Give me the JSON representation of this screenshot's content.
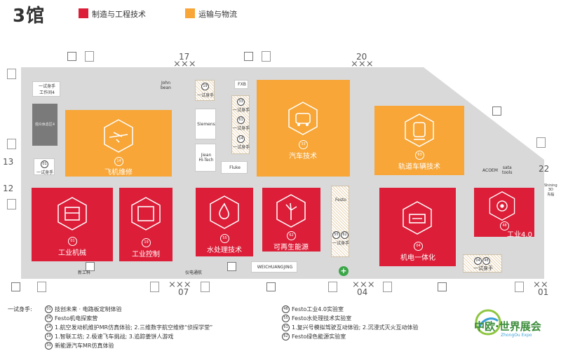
{
  "hall": {
    "title": "3馆"
  },
  "legend": [
    {
      "label": "制造与工程技术",
      "color": "#dc1e38"
    },
    {
      "label": "运输与物流",
      "color": "#f7a637"
    }
  ],
  "gates": {
    "g17": "17",
    "g20": "20",
    "g22": "22",
    "g13": "13",
    "g12": "12",
    "g07": "07",
    "g04": "04",
    "g01": "01"
  },
  "booths": {
    "plane": {
      "label": "飞机维修",
      "num": "14"
    },
    "auto": {
      "label": "汽车技术",
      "num": "33"
    },
    "rail": {
      "label": "轨道车辆技术",
      "num": "63"
    },
    "machine": {
      "label": "工业机械",
      "num": "01"
    },
    "control": {
      "label": "工业控制",
      "num": "19"
    },
    "water": {
      "label": "水处理技术",
      "num": "55"
    },
    "renew": {
      "label": "可再生能源",
      "num": "62"
    },
    "mech": {
      "label": "机电一体化",
      "num": "04"
    },
    "ind4": {
      "label": "工业4.0",
      "num": "48"
    }
  },
  "small": {
    "workshop": "一试身手\n工作间4",
    "rest": "观众休息区4",
    "john": "John\nbean",
    "siemens": "Siemens",
    "jiean": "Jiean\nHi-Tech",
    "fluke": "Fluke",
    "fxb": "FXB",
    "festo": "Festo",
    "acoem": "ACOEM",
    "sata": "sata\ntools",
    "weichuang": "WEICHUANGJING",
    "shining": "Shining\n3D\n先临",
    "xinke": "新工科",
    "yidian": "仪电通航",
    "yishi": "一试身手",
    "yishi_small": "一试身手",
    "c01": "01",
    "c19": "19",
    "c33": "33",
    "c61": "61",
    "c14": "14",
    "c55": "55",
    "c62": "62",
    "c04": "04",
    "c48": "48"
  },
  "footer": {
    "title": "一试身手:",
    "left": [
      {
        "num": "01",
        "text": "技创未来 · 电路板定制体验"
      },
      {
        "num": "04",
        "text": "Festo机电探索营"
      },
      {
        "num": "14",
        "text": "1.航空发动机维护MR仿真体验; 2.三维数字航空维修“侦探学堂”"
      },
      {
        "num": "19",
        "text": "1.智联工坊; 2.极速飞车挑战; 3.追踪姜饼人游戏"
      },
      {
        "num": "33",
        "text": "新能源汽车MR仿真体验"
      }
    ],
    "right": [
      {
        "num": "48",
        "text": "Festo工业4.0实验室"
      },
      {
        "num": "55",
        "text": "Festo水处理技术实验室"
      },
      {
        "num": "61",
        "text": "1.复兴号模拟驾驶互动体验; 2.沉浸式灭火互动体验"
      },
      {
        "num": "62",
        "text": "Festo绿色能源实验室"
      }
    ]
  },
  "logo": {
    "main": "中欧·世界展会",
    "sub": "ZhongOu Expo"
  }
}
